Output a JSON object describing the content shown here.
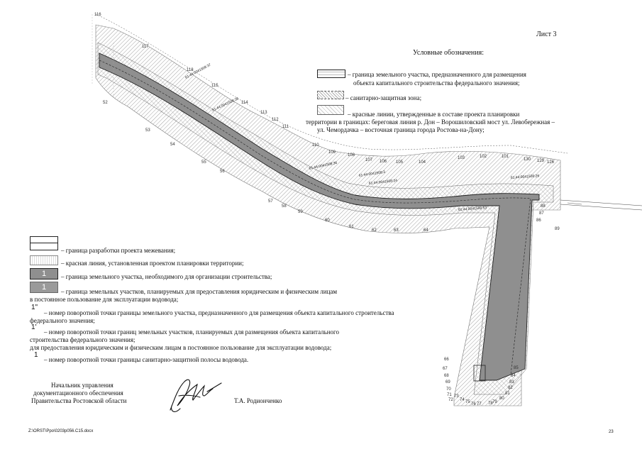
{
  "sheet_label": "Лист 3",
  "legend_title": "Условные обозначения:",
  "legend_top": [
    {
      "lines": [
        "– граница земельного участка, предназначенного для размещения",
        "объекта капитального строительства федерального значения;"
      ]
    },
    {
      "lines": [
        "– санитарно-защитная зона;"
      ]
    },
    {
      "lines": [
        "– красные линии, утвержденные в составе проекта планировки",
        "территории в границах: береговая линия р. Дон  – Ворошиловский мост ул. Левобережная –",
        "ул. Чемордачка – восточная граница города Ростова-на-Дону;"
      ]
    }
  ],
  "legend_bottom": [
    {
      "swatch": "",
      "lines": [
        "– граница разработки проекта межевания;"
      ]
    },
    {
      "swatch": "",
      "lines": [
        "– красная линия, установленная проектом планировки территории;"
      ]
    },
    {
      "swatch": "1",
      "lines": [
        "– граница земельного участка, необходимого для организации строительства;"
      ]
    },
    {
      "swatch": "1",
      "lines": [
        "– граница земельных участков, планируемых для предоставления юридическим и физическим лицам",
        "в постоянное пользование для эксплуатации водовода;"
      ]
    },
    {
      "swatch": "1\"",
      "lines": [
        "–  номер поворотной точки границы земельного участка, предназначенного для размещения объекта капитального строительства",
        "федерального значения;"
      ]
    },
    {
      "swatch": "1'",
      "lines": [
        "–  номер поворотной точки границ земельных участков, планируемых для размещения объекта капитального",
        "строительства федерального значения;",
        "для предоставления юридическим и физическим лицам в постоянное  пользование для эксплуатации водовода;"
      ]
    },
    {
      "swatch": "1",
      "lines": [
        "–  номер поворотной точки границы санитарно-защитной полосы водовода."
      ]
    }
  ],
  "signature": {
    "position_lines": [
      "Начальник управления",
      "документационного обеспечения",
      "Правительства Ростовской области"
    ],
    "name": "Т.А. Родионченко"
  },
  "footer": {
    "file_path": "Z:\\ORST\\Ppo\\0203p056.C15.docx",
    "page_number": "23"
  },
  "map": {
    "parcel_labels": [
      "61:44:0041508:37",
      "61:44:0041508:38",
      "61:44:0041508:36",
      "61:44:0041508:3",
      "61:44:0041508:24",
      "61:44:0041508:26",
      "61:44:0041508:53"
    ],
    "point_labels_top": [
      "116",
      "117",
      "118",
      "115",
      "114",
      "113",
      "112",
      "111",
      "110",
      "109",
      "108",
      "107",
      "106",
      "105",
      "104",
      "103",
      "102",
      "101",
      "130",
      "129",
      "126"
    ],
    "point_labels_bottom": [
      "52",
      "53",
      "54",
      "55",
      "56",
      "57",
      "58",
      "59",
      "60",
      "61",
      "62",
      "63",
      "64",
      "89",
      "66",
      "67",
      "68",
      "69",
      "70",
      "71",
      "72",
      "73",
      "74",
      "75",
      "76",
      "77",
      "78",
      "79",
      "80",
      "81",
      "82",
      "83",
      "84",
      "85",
      "86",
      "87",
      "88"
    ],
    "colors": {
      "hatch": "#8a8a8a",
      "parcel_fill": "#8f8f8f",
      "line": "#333333"
    }
  }
}
